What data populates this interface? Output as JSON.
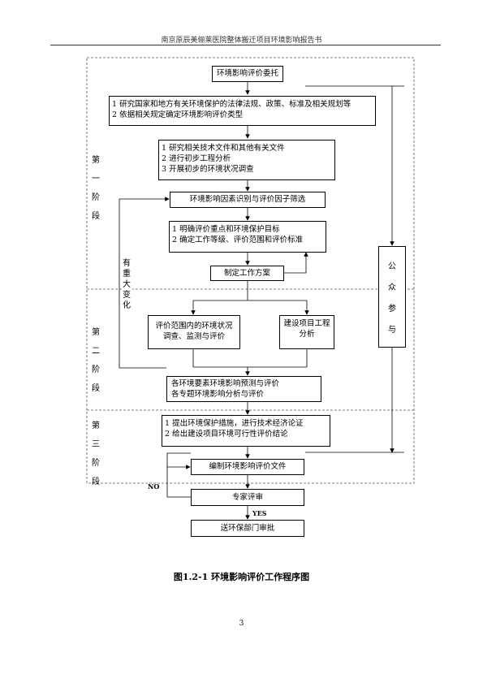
{
  "header": {
    "title": "南京原辰美俪莱医院整体搬迁项目环境影响报告书"
  },
  "boxes": {
    "commission": "环境影响评价委托",
    "study_laws": [
      "1  研究国家和地方有关环境保护的法律法规、政策、标准及相关规划等",
      "2  依据相关规定确定环境影响评价类型"
    ],
    "study_tech": [
      "1  研究相关技术文件和其他有关文件",
      "2  进行初步工程分析",
      "3  开展初步的环境状况调查"
    ],
    "screening": "环境影响因素识别与评价因子筛选",
    "objectives": [
      "1  明确评价重点和环境保护目标",
      "2  确定工作等级、评价范围和评价标准"
    ],
    "work_plan": "制定工作方案",
    "env_survey": [
      "评价范围内的环境状况",
      "调查、监测与评价"
    ],
    "project_analysis": [
      "建设项目工程",
      "分析"
    ],
    "prediction": [
      "各环境要素环境影响预测与评价",
      "各专题环境影响分析与评价"
    ],
    "measures": [
      "1  提出环境保护措施，进行技术经济论证",
      "2  给出建设项目环境可行性评价结论"
    ],
    "compile": "编制环境影响评价文件",
    "expert_review": "专家评审",
    "approval": "送环保部门审批",
    "public": [
      "公",
      "众",
      "参",
      "与"
    ]
  },
  "stages": {
    "stage1": [
      "第",
      "一",
      "阶",
      "段"
    ],
    "stage2": [
      "第",
      "二",
      "阶",
      "段"
    ],
    "stage3": [
      "第",
      "三",
      "阶",
      "段"
    ]
  },
  "major_change": [
    "有",
    "重",
    "大",
    "变",
    "化"
  ],
  "tags": {
    "no": "NO",
    "yes": "YES"
  },
  "caption": "图1.2-1  环境影响评价工作程序图",
  "page_number": "3"
}
